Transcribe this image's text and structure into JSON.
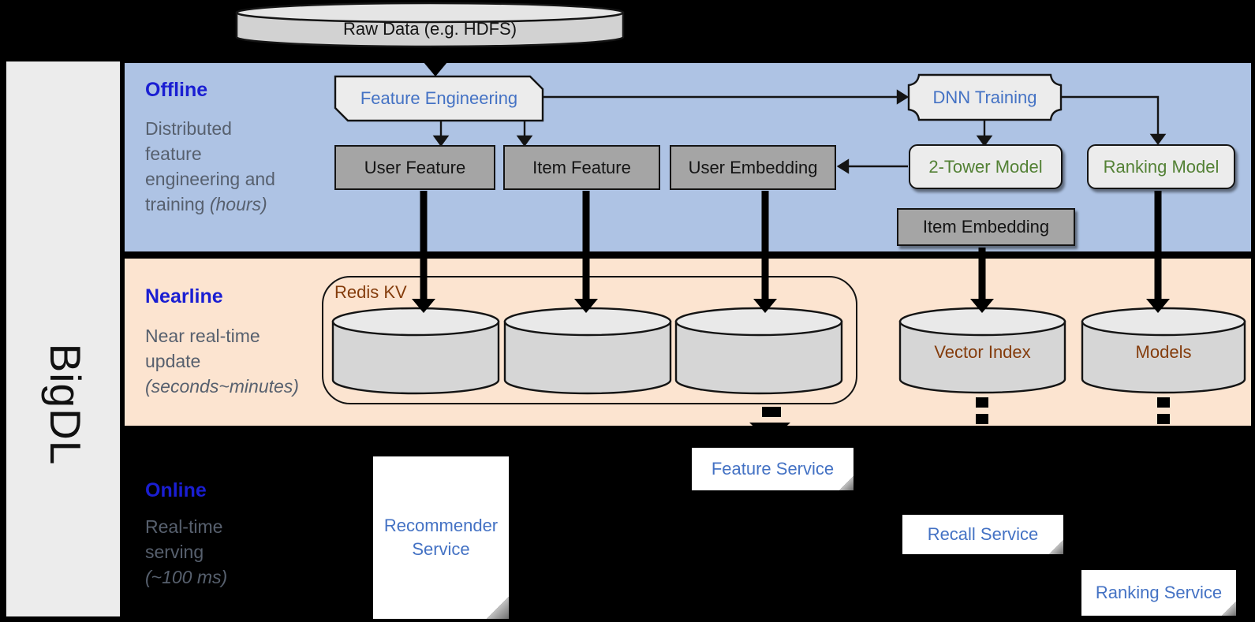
{
  "brand": "BigDL",
  "raw_data": {
    "label": "Raw Data (e.g. HDFS)"
  },
  "sections": {
    "offline": {
      "title": "Offline",
      "lines": [
        "Distributed",
        "feature",
        "engineering and",
        "training "
      ],
      "italic": "(hours)"
    },
    "nearline": {
      "title": "Nearline",
      "lines": [
        "Near real-time",
        "update"
      ],
      "italic": "(seconds~minutes)"
    },
    "online": {
      "title": "Online",
      "lines": [
        "Real-time",
        "serving"
      ],
      "italic": "(~100 ms)"
    }
  },
  "nodes": {
    "feature_engineering": "Feature Engineering",
    "dnn_training": "DNN Training",
    "user_feature": "User Feature",
    "item_feature": "Item Feature",
    "user_embedding": "User Embedding",
    "two_tower_model": "2-Tower Model",
    "ranking_model": "Ranking Model",
    "item_embedding": "Item Embedding"
  },
  "storage": {
    "redis_kv": "Redis KV",
    "vector_index": "Vector Index",
    "models": "Models"
  },
  "services": {
    "recommender": "Recommender Service",
    "feature": "Feature Service",
    "recall": "Recall Service",
    "ranking": "Ranking Service"
  },
  "colors": {
    "offline_bg": "#aec3e4",
    "nearline_bg": "#fce4d0",
    "section_title": "#1a1ed2",
    "desc_text": "#57606e",
    "node_blue": "#4472c4",
    "node_green": "#538135",
    "storage_text": "#843c0c",
    "box_gray": "#a5a5a5",
    "box_light": "#ececec"
  }
}
